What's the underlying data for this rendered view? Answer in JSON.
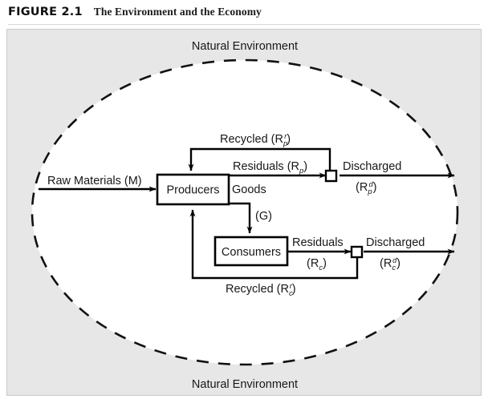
{
  "figure": {
    "number_label": "FIGURE 2.1",
    "title": "The Environment and the Economy"
  },
  "diagram": {
    "type": "flow-diagram",
    "boundary": {
      "shape": "dashed-ellipse",
      "top_label": "Natural Environment",
      "bottom_label": "Natural Environment"
    },
    "nodes": [
      {
        "id": "producers",
        "label": "Producers",
        "shape": "rectangle"
      },
      {
        "id": "consumers",
        "label": "Consumers",
        "shape": "rectangle"
      },
      {
        "id": "junction-p",
        "label": "",
        "shape": "small-square"
      },
      {
        "id": "junction-c",
        "label": "",
        "shape": "small-square"
      }
    ],
    "flows": [
      {
        "id": "raw-materials",
        "text": "Raw Materials (M)",
        "symbol_base": "",
        "from": "environment",
        "to": "producers"
      },
      {
        "id": "recycled-producers",
        "text": "Recycled (R",
        "symbol_sub": "p",
        "symbol_sup": "r",
        "text_close": ")",
        "from": "junction-p",
        "to": "producers"
      },
      {
        "id": "residuals-producers",
        "text": "Residuals (R",
        "symbol_sub": "p",
        "text_close": ")",
        "from": "producers",
        "to": "junction-p"
      },
      {
        "id": "discharged-producers",
        "text": "Discharged",
        "text_line2_open": "(R",
        "symbol_sub": "p",
        "symbol_sup": "d",
        "text_close": ")",
        "from": "junction-p",
        "to": "environment"
      },
      {
        "id": "goods",
        "text": "Goods",
        "text_symbol": "(G)",
        "from": "producers",
        "to": "consumers"
      },
      {
        "id": "residuals-consumers",
        "text": "Residuals",
        "text_line2_open": "(R",
        "symbol_sub": "c",
        "text_close": ")",
        "from": "consumers",
        "to": "junction-c"
      },
      {
        "id": "discharged-consumers",
        "text": "Discharged",
        "text_line2_open": "(R",
        "symbol_sub": "c",
        "symbol_sup": "d",
        "text_close": ")",
        "from": "junction-c",
        "to": "environment"
      },
      {
        "id": "recycled-consumers",
        "text": "Recycled (R",
        "symbol_sub": "c",
        "symbol_sup": "r",
        "text_close": ")",
        "from": "junction-c",
        "to": "producers"
      }
    ],
    "colors": {
      "panel_background": "#e7e7e7",
      "ellipse_fill": "#ffffff",
      "stroke": "#000000",
      "text": "#16181b"
    }
  }
}
